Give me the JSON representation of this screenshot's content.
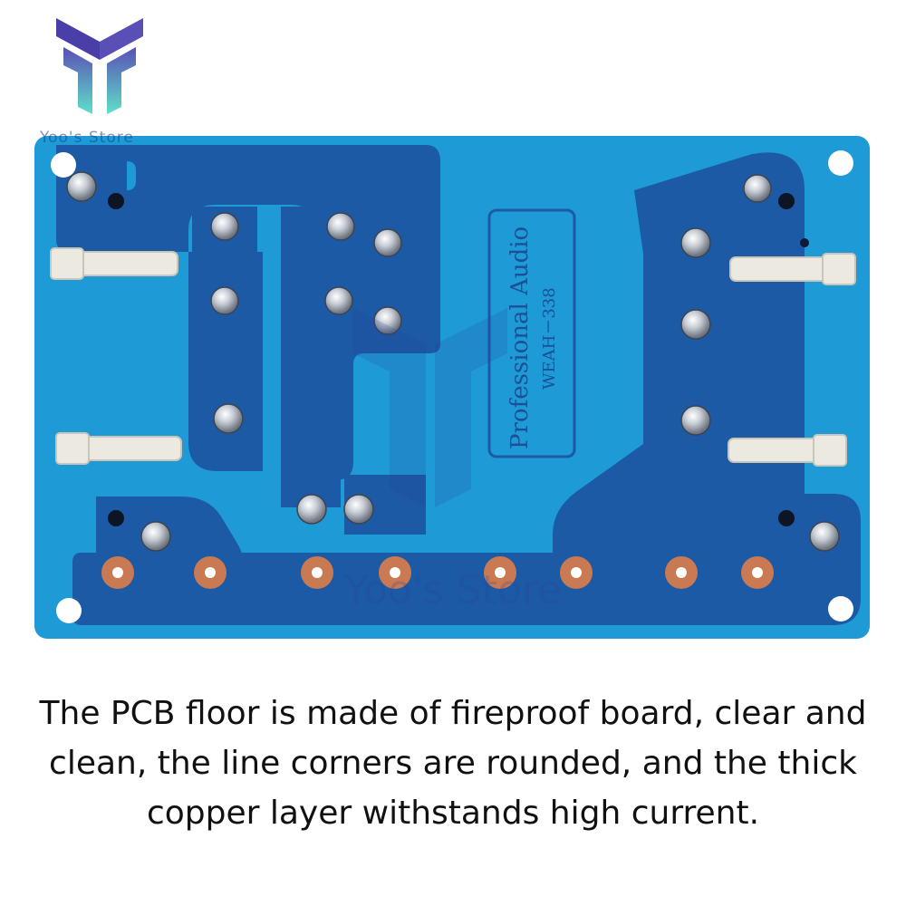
{
  "brand": {
    "logo_text": "Yoo's Store",
    "watermark_text": "Yoo's Store",
    "colors": {
      "logo_top": "#4a3fa8",
      "logo_bottom": "#5fe0c8"
    }
  },
  "board": {
    "silkscreen_title": "Professional Audio",
    "silkscreen_model": "WEAH－338",
    "colors": {
      "substrate": "#1e9ad6",
      "copper_trace": "#1c5aa6",
      "pad": "#c97a52",
      "cable_tie": "#e8e8e0"
    }
  },
  "caption": {
    "text": "The PCB floor is made of fireproof board, clear and clean, the line corners are rounded, and the thick copper layer withstands high current."
  }
}
